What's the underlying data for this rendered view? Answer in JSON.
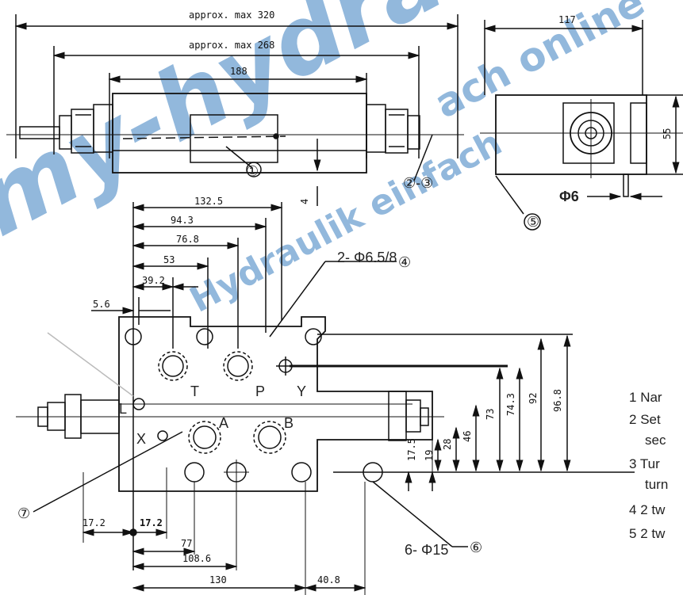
{
  "watermark": {
    "big_text": "my-hydraulik",
    "small_text_1": "ach online",
    "small_text_2": "Hydraulik einfach",
    "color": "#3a7fc1"
  },
  "dimensions": {
    "top_max_320": "approx. max 320",
    "top_max_268": "approx. max 268",
    "d188": "188",
    "d117": "117",
    "d55": "55",
    "d4": "4",
    "phi6": "Φ6",
    "d132_5": "132.5",
    "d94_3": "94.3",
    "d76_8": "76.8",
    "d53": "53",
    "d39_2": "39.2",
    "d5_6": "5.6",
    "holes_small": "2- Φ6.5/8",
    "holes_large": "6- Φ15",
    "d17_2a": "17.2",
    "d17_2b": "17.2",
    "d77": "77",
    "d108_6": "108.6",
    "d130": "130",
    "d40_8": "40.8",
    "d96_8": "96.8",
    "d92": "92",
    "d74_3": "74.3",
    "d73": "73",
    "d46": "46",
    "d28": "28",
    "d19": "19",
    "d17_5": "17.5"
  },
  "port_labels": {
    "T": "T",
    "P": "P",
    "Y": "Y",
    "L": "L",
    "A": "A",
    "B": "B",
    "X": "X"
  },
  "callouts": [
    "①",
    "②-③",
    "④",
    "⑤",
    "⑥",
    "⑦"
  ],
  "legend": [
    {
      "num": "1",
      "text": "Nar"
    },
    {
      "num": "2",
      "text": "Set",
      "line2": "sec"
    },
    {
      "num": "3",
      "text": "Tur",
      "line2": "turn"
    },
    {
      "num": "4",
      "text": "2 tw"
    },
    {
      "num": "5",
      "text": "2 tw"
    }
  ]
}
